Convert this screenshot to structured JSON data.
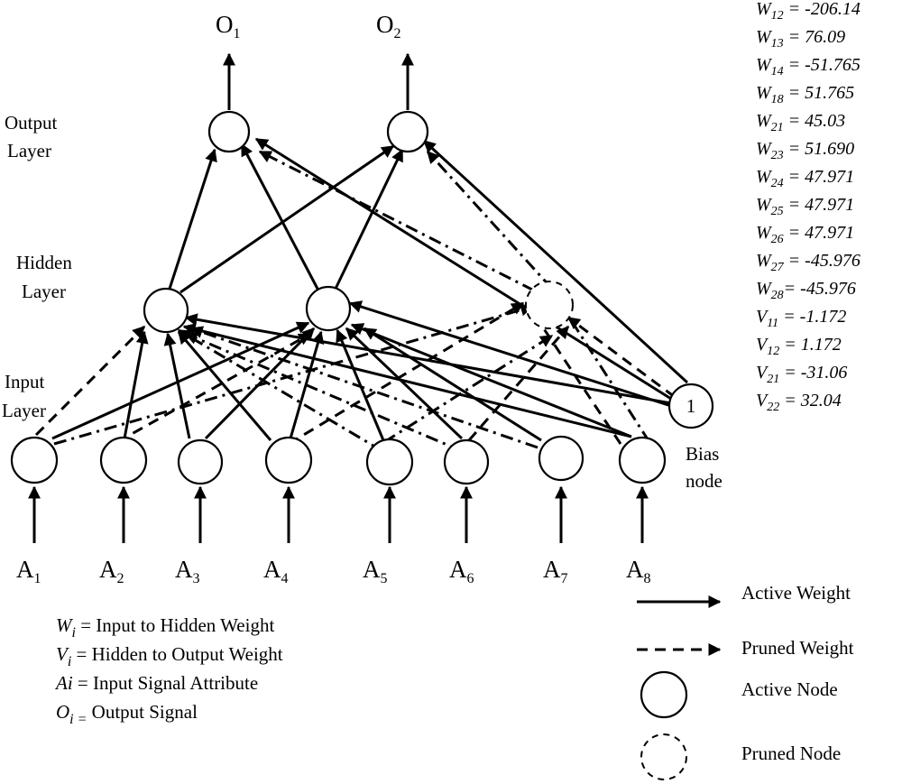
{
  "layers": {
    "output": [
      "Output",
      "Layer"
    ],
    "hidden": [
      "Hidden",
      "Layer"
    ],
    "input": [
      "Input",
      "Layer"
    ]
  },
  "outputs": [
    {
      "base": "O",
      "sub": "1"
    },
    {
      "base": "O",
      "sub": "2"
    }
  ],
  "inputs": [
    {
      "base": "A",
      "sub": "1"
    },
    {
      "base": "A",
      "sub": "2"
    },
    {
      "base": "A",
      "sub": "3"
    },
    {
      "base": "A",
      "sub": "4"
    },
    {
      "base": "A",
      "sub": "5"
    },
    {
      "base": "A",
      "sub": "6"
    },
    {
      "base": "A",
      "sub": "7"
    },
    {
      "base": "A",
      "sub": "8"
    }
  ],
  "bias": {
    "value": "1",
    "label": [
      "Bias",
      "node"
    ]
  },
  "weights": [
    {
      "base": "W",
      "sub": "12",
      "text": " =  -206.14"
    },
    {
      "base": "W",
      "sub": "13",
      "text": " = 76.09"
    },
    {
      "base": "W",
      "sub": "14",
      "text": " = -51.765"
    },
    {
      "base": "W",
      "sub": "18",
      "text": " = 51.765"
    },
    {
      "base": "W",
      "sub": "21",
      "text": " = 45.03"
    },
    {
      "base": "W",
      "sub": "23",
      "text": " = 51.690"
    },
    {
      "base": "W",
      "sub": "24",
      "text": " = 47.971"
    },
    {
      "base": "W",
      "sub": "25",
      "text": " = 47.971"
    },
    {
      "base": "W",
      "sub": "26",
      "text": " = 47.971"
    },
    {
      "base": "W",
      "sub": "27",
      "text": " =  -45.976"
    },
    {
      "base": "W",
      "sub": "28",
      "text": "= -45.976"
    },
    {
      "base": "V",
      "sub": "11",
      "text": " = -1.172"
    },
    {
      "base": "V",
      "sub": "12",
      "text": " = 1.172"
    },
    {
      "base": "V",
      "sub": "21",
      "text": " = -31.06"
    },
    {
      "base": "V",
      "sub": "22",
      "text": " = 32.04"
    }
  ],
  "definitions": [
    {
      "base": "W",
      "sub": "i",
      "text": " = Input to Hidden Weight"
    },
    {
      "base": "V",
      "sub": "i",
      "text": " = Hidden to Output Weight"
    },
    {
      "base": "Ai",
      "sub": "",
      "text": " = Input Signal Attribute"
    },
    {
      "base": "O",
      "sub": "i =",
      "text": " Output Signal"
    }
  ],
  "legend": {
    "active_weight": "Active Weight",
    "pruned_weight": "Pruned Weight",
    "active_node": "Active Node",
    "pruned_node": "Pruned Node"
  }
}
